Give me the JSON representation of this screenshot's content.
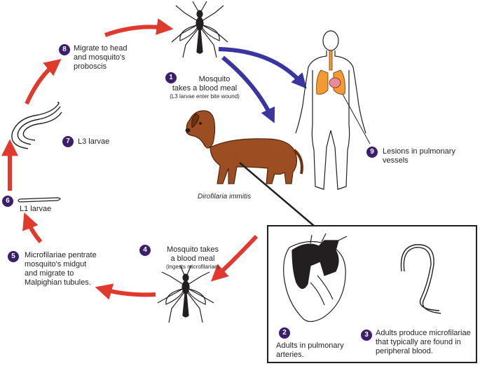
{
  "colors": {
    "red_arrow": "#e03a2f",
    "blue_arrow": "#3a35a0",
    "badge": "#3b1e6e",
    "organ_orange": "#f39a33",
    "organ_pink": "#e88b9c",
    "dog_brown": "#9c4e22"
  },
  "steps": {
    "s1": {
      "num": "1",
      "line1": "Mosquito",
      "line2": "takes a blood meal",
      "sub": "(L3 larvae enter bite wound)"
    },
    "s2": {
      "num": "2",
      "line1": "Adults in pulmonary",
      "line2": "arteries."
    },
    "s3": {
      "num": "3",
      "line1": "Adults produce microfilariae",
      "line2": "that typically are found in",
      "line3": "peripheral blood."
    },
    "s4": {
      "num": "4",
      "line1": "Mosquito takes",
      "line2": "a blood meal",
      "sub": "(ingests microfilariae)"
    },
    "s5": {
      "num": "5",
      "line1": "Microfilariae pentrate",
      "line2": "mosquito's midgut",
      "line3": "and migrate to",
      "line4": "Malpighian tubules."
    },
    "s6": {
      "num": "6",
      "line1": "L1 larvae"
    },
    "s7": {
      "num": "7",
      "line1": "L3 larvae"
    },
    "s8": {
      "num": "8",
      "line1": "Migrate to head",
      "line2": "and mosquito's",
      "line3": "proboscis"
    },
    "s9": {
      "num": "9",
      "line1": "Lesions in pulmonary",
      "line2": "vessels"
    }
  },
  "species": "Dirofilaria immitis",
  "icons": [
    "mosquito-icon",
    "dog-icon",
    "human-body-icon",
    "heart-icon",
    "microfilaria-icon",
    "l3-larva-icon",
    "l1-larva-icon"
  ]
}
